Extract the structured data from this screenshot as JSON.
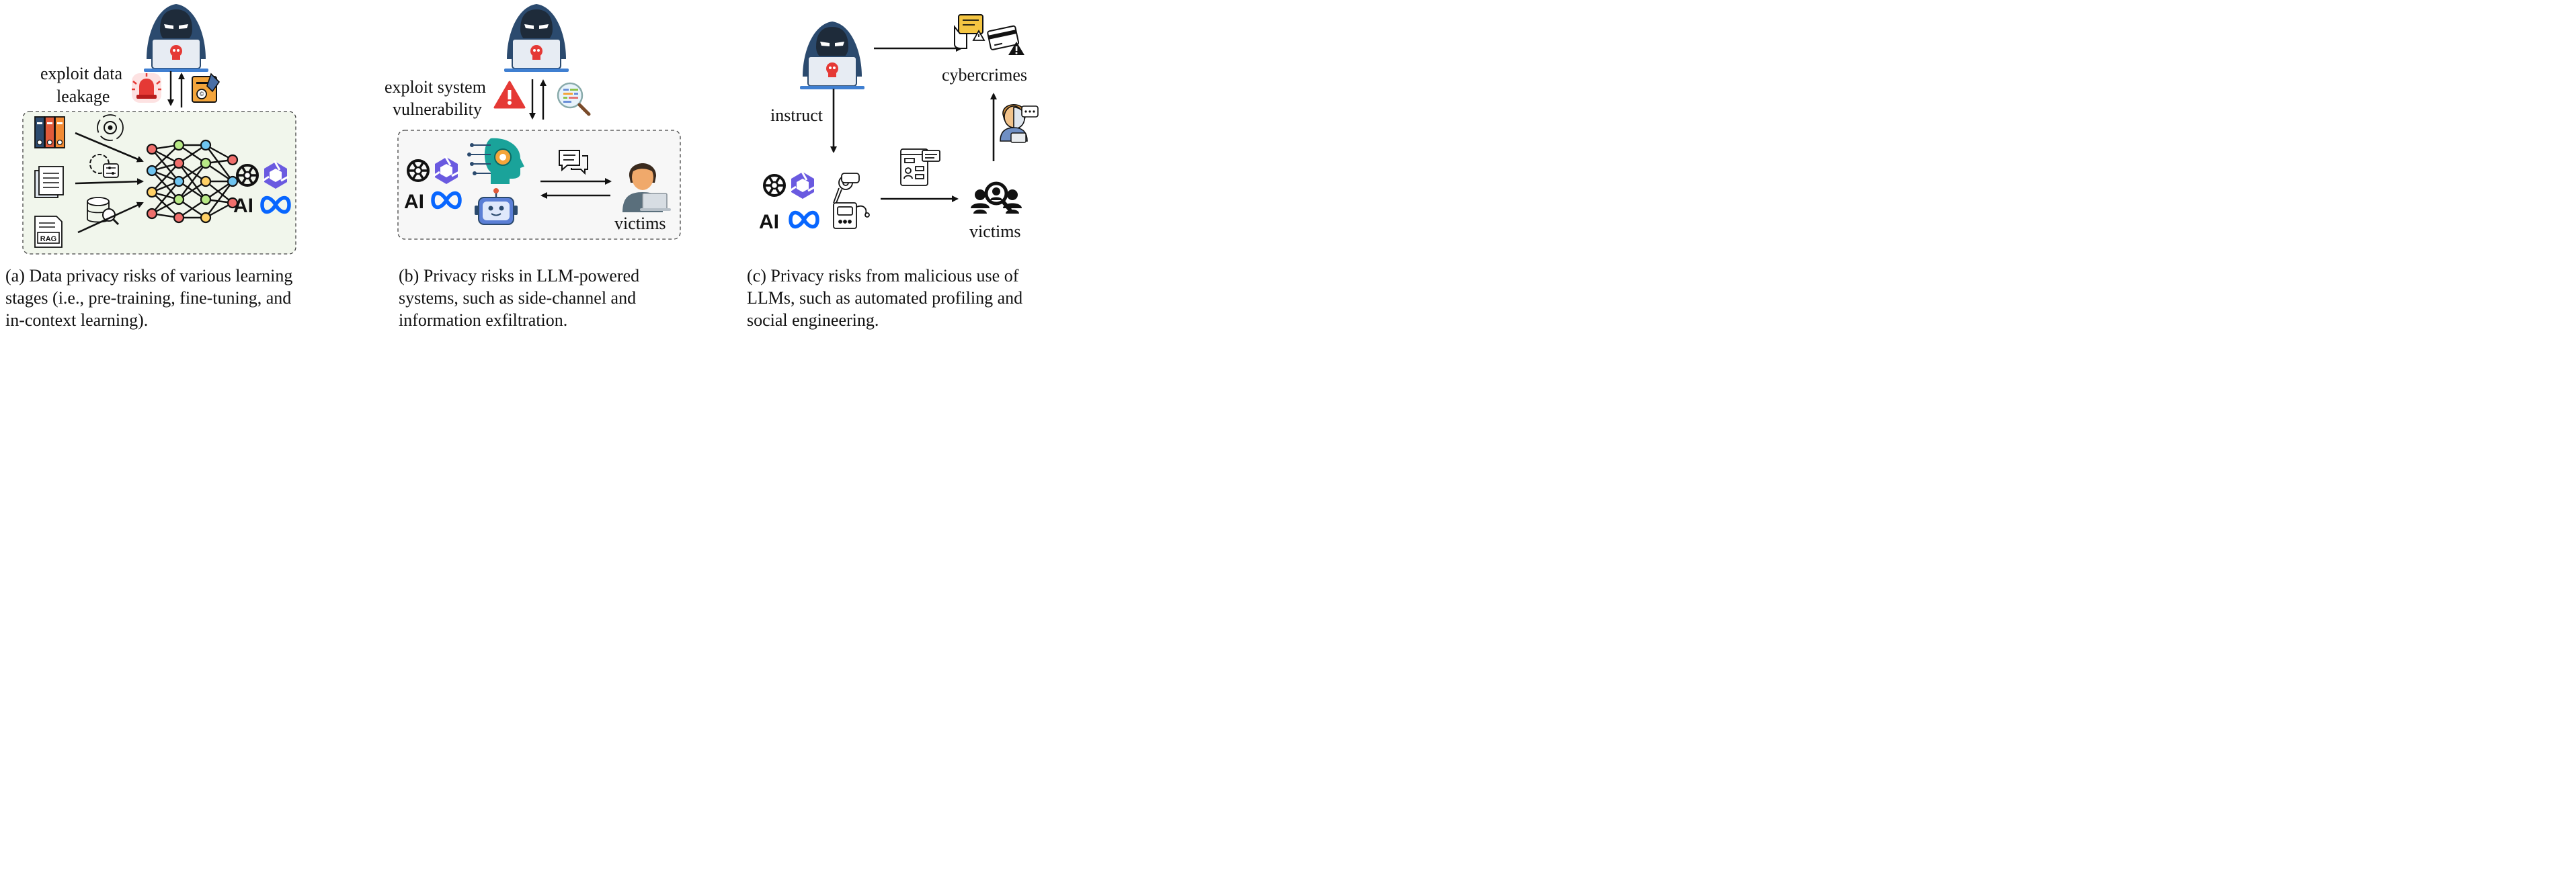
{
  "panel_a": {
    "label_line1": "exploit data",
    "label_line2": "leakage",
    "rag_label": "RAG",
    "ai_label": "AI",
    "caption": [
      "(a) Data privacy risks of various learning",
      "stages (i.e., pre-training, fine-tuning, and",
      "in-context learning)."
    ]
  },
  "panel_b": {
    "label_line1": "exploit system",
    "label_line2": "vulnerability",
    "victims_label": "victims",
    "ai_label": "AI",
    "caption": [
      "(b) Privacy risks in LLM-powered",
      "systems, such as side-channel and",
      "information exfiltration."
    ]
  },
  "panel_c": {
    "instruct_label": "instruct",
    "cybercrimes_label": "cybercrimes",
    "victims_label": "victims",
    "ai_label": "AI",
    "caption": [
      "(c) Privacy risks from malicious use of",
      "LLMs, such as automated profiling and",
      "social engineering."
    ]
  },
  "icons": [
    "hacker-icon",
    "alarm-icon",
    "certificate-icon",
    "binders-icon",
    "documents-icon",
    "rag-document-icon",
    "settings-circle-icon",
    "gear-sliders-icon",
    "database-search-icon",
    "neural-network-icon",
    "openai-logo-icon",
    "qwen-logo-icon",
    "anthropic-logo-icon",
    "meta-logo-icon",
    "warning-icon",
    "code-search-icon",
    "ai-head-icon",
    "robot-icon",
    "chat-icon",
    "victim-person-icon",
    "robot-arm-icon",
    "profile-window-icon",
    "victims-group-icon",
    "phishing-icon",
    "credit-card-warning-icon",
    "masked-person-icon"
  ],
  "colors": {
    "hacker_hood": "#2b4a6e",
    "alarm_red": "#e53935",
    "warning_red": "#e53935",
    "qwen_purple": "#6a5ae0",
    "meta_blue": "#0866ff",
    "panel_bg": "#f1f6ec"
  }
}
